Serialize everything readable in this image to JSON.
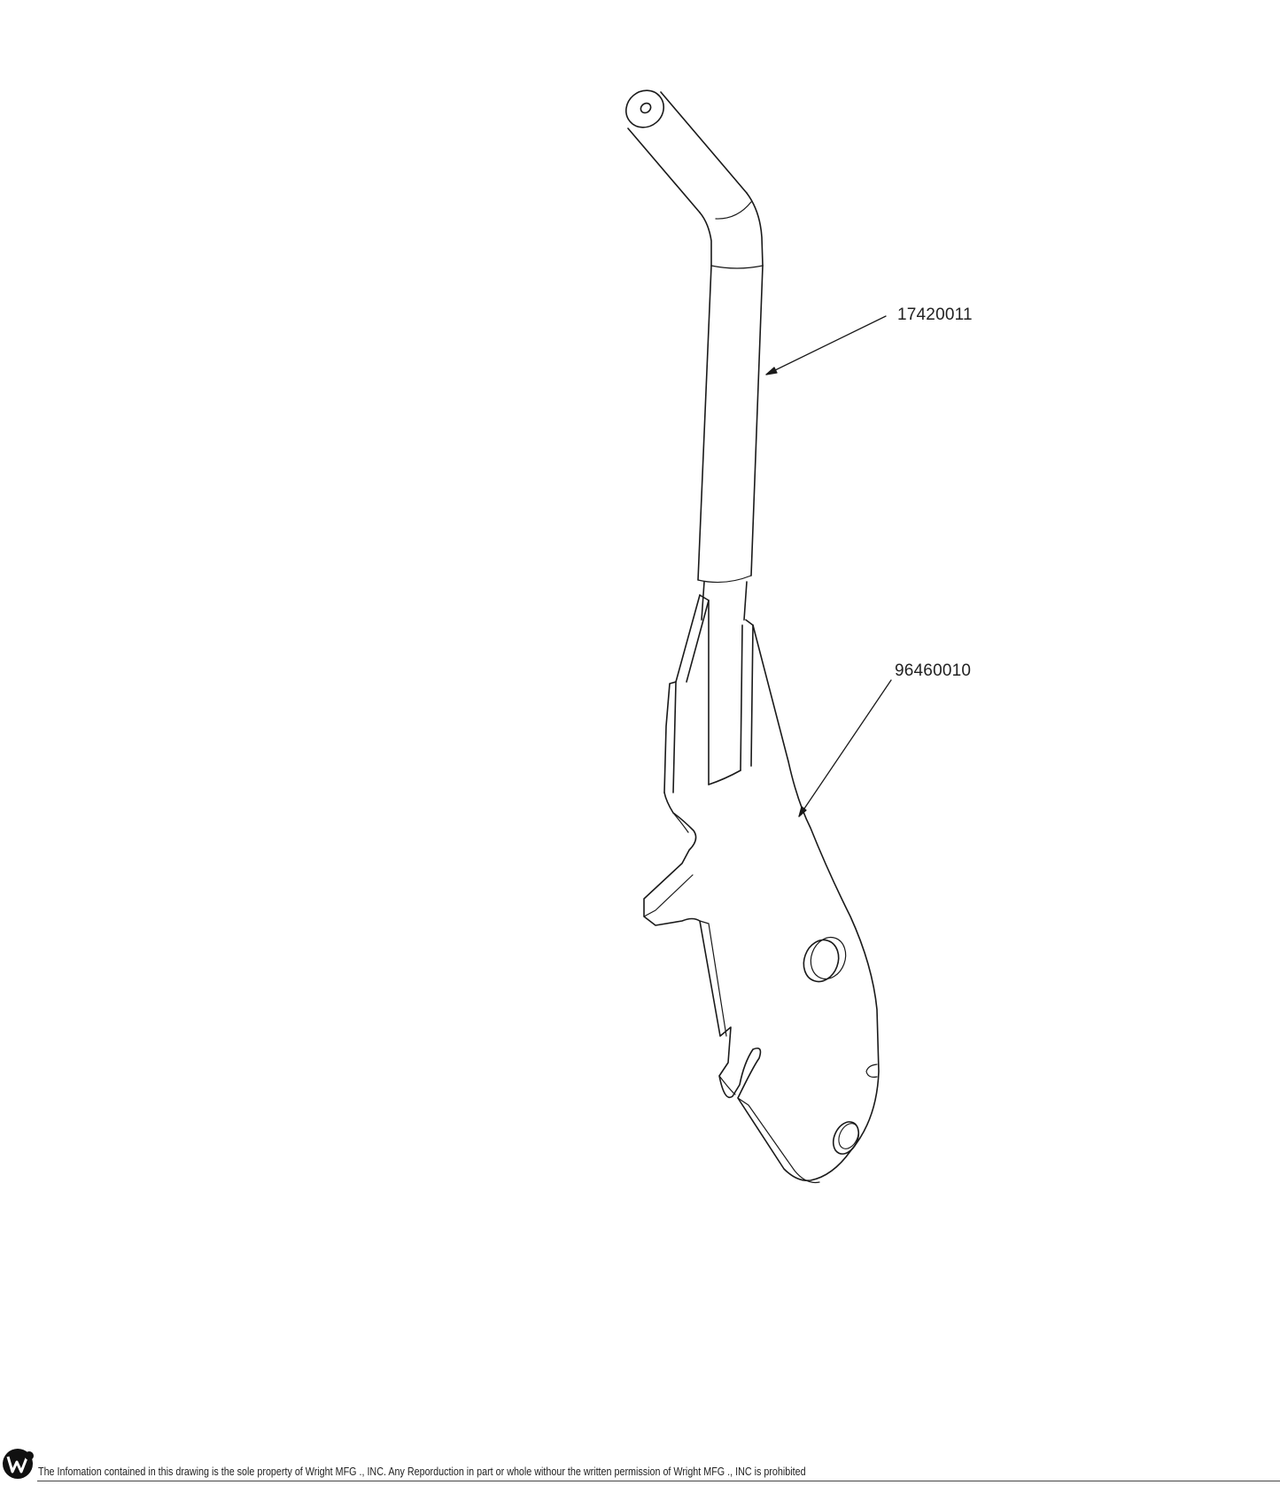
{
  "callouts": [
    {
      "part_number": "17420011"
    },
    {
      "part_number": "96460010"
    }
  ],
  "footer": {
    "notice": "The Infomation contained in this drawing is the sole property of Wright MFG ., INC. Any Reporduction in part or whole withour the written permission of Wright MFG ., INC is prohibited"
  },
  "colors": {
    "line": "#1a1a1a",
    "background": "#ffffff"
  }
}
